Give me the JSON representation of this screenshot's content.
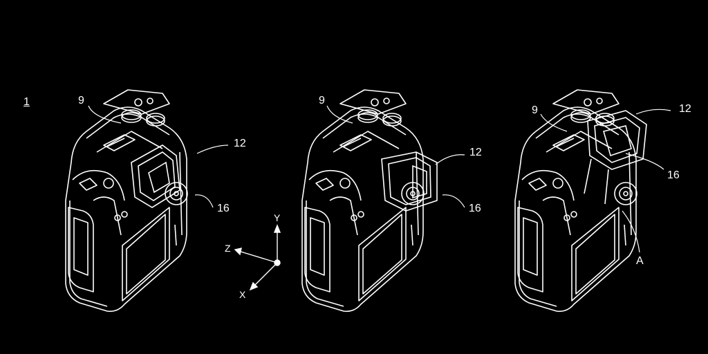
{
  "figure": {
    "number": "1",
    "background": "#000000",
    "line_color": "#ffffff",
    "views": [
      {
        "id": "view-1",
        "labels": {
          "hot_shoe": "9",
          "eyepiece_unit": "12",
          "viewfinder": "16"
        }
      },
      {
        "id": "view-2",
        "labels": {
          "hot_shoe": "9",
          "eyepiece_unit": "12",
          "viewfinder": "16"
        }
      },
      {
        "id": "view-3",
        "labels": {
          "hot_shoe": "9",
          "eyepiece_unit": "12",
          "viewfinder": "16",
          "axis": "A"
        }
      }
    ],
    "axes": {
      "y": "Y",
      "z": "Z",
      "x": "X"
    }
  }
}
